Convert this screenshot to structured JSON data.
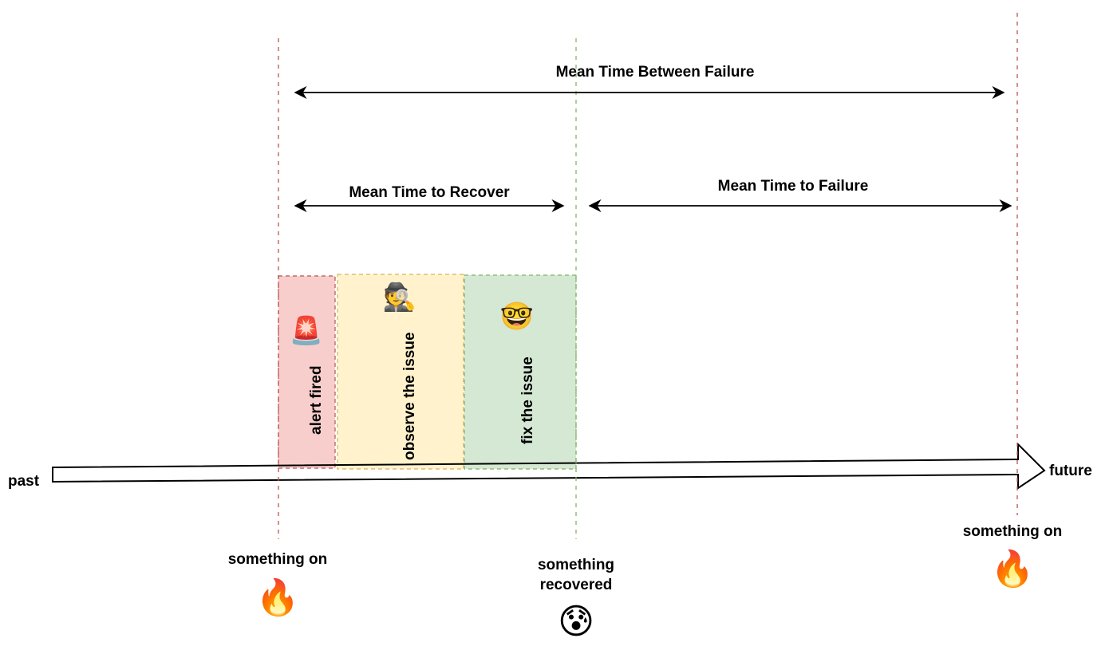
{
  "title": "MTTR / MTTF / MTBF timeline",
  "timeline": {
    "start_label": "past",
    "end_label": "future"
  },
  "spans": [
    {
      "id": "mtbf",
      "label": "Mean Time Between Failure"
    },
    {
      "id": "mttr",
      "label": "Mean Time to Recover"
    },
    {
      "id": "mttf",
      "label": "Mean Time to Failure"
    }
  ],
  "phases": [
    {
      "id": "alert",
      "label": "alert fired",
      "icon": "police-light-icon",
      "emoji": "🚨",
      "fill": "#f8cecc",
      "stroke": "#b85450"
    },
    {
      "id": "observe",
      "label": "observe the issue",
      "icon": "detective-icon",
      "emoji": "🕵️",
      "fill": "#fff2cc",
      "stroke": "#d6b656"
    },
    {
      "id": "fix",
      "label": "fix the issue",
      "icon": "nerd-face-icon",
      "emoji": "🤓",
      "fill": "#d5e8d4",
      "stroke": "#82b366"
    }
  ],
  "events": [
    {
      "id": "failure-1",
      "label": "something on",
      "icon": "fire-icon",
      "emoji": "🔥",
      "color": "#b85450"
    },
    {
      "id": "recovered",
      "label": "something\nrecovered",
      "label_line1": "something",
      "label_line2": "recovered",
      "icon": "anxious-face-icon",
      "emoji": "😰",
      "color": "#82b366"
    },
    {
      "id": "failure-2",
      "label": "something on",
      "icon": "fire-icon",
      "emoji": "🔥",
      "color": "#b85450"
    }
  ]
}
